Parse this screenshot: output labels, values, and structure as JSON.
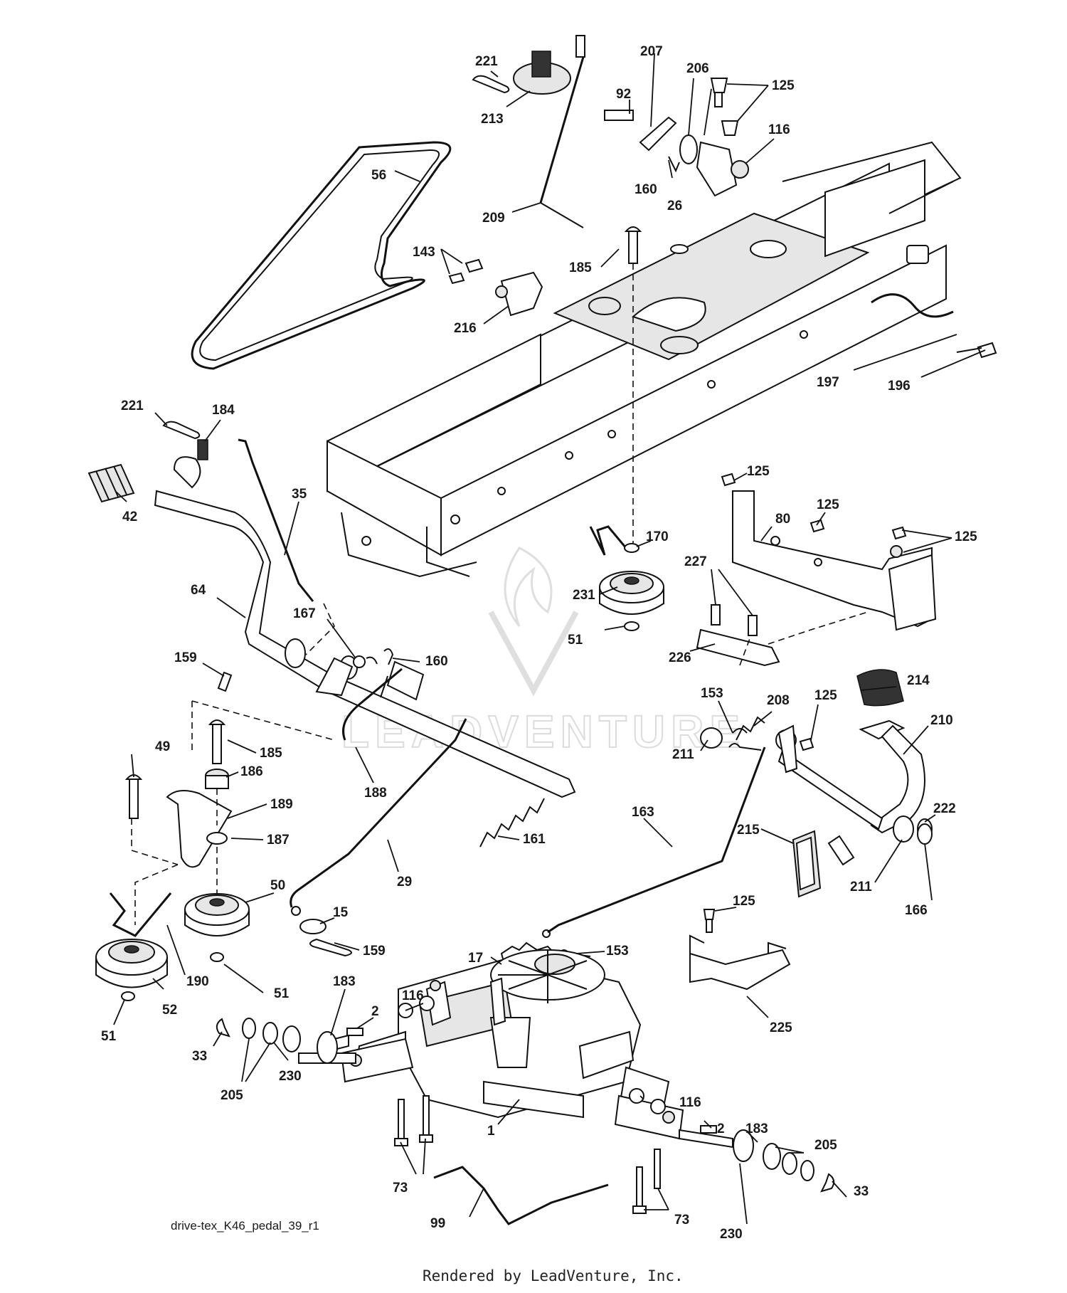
{
  "diagram": {
    "caption": "drive-tex_K46_pedal_39_r1",
    "footer": "Rendered by LeadVenture, Inc.",
    "watermark": "LEADVENTURE",
    "callouts": [
      {
        "n": "221"
      },
      {
        "n": "213"
      },
      {
        "n": "56"
      },
      {
        "n": "209"
      },
      {
        "n": "92"
      },
      {
        "n": "207"
      },
      {
        "n": "160"
      },
      {
        "n": "26"
      },
      {
        "n": "206"
      },
      {
        "n": "125"
      },
      {
        "n": "116"
      },
      {
        "n": "185"
      },
      {
        "n": "143"
      },
      {
        "n": "216"
      },
      {
        "n": "197"
      },
      {
        "n": "196"
      },
      {
        "n": "221"
      },
      {
        "n": "184"
      },
      {
        "n": "42"
      },
      {
        "n": "35"
      },
      {
        "n": "64"
      },
      {
        "n": "167"
      },
      {
        "n": "160"
      },
      {
        "n": "159"
      },
      {
        "n": "188"
      },
      {
        "n": "49"
      },
      {
        "n": "185"
      },
      {
        "n": "186"
      },
      {
        "n": "189"
      },
      {
        "n": "187"
      },
      {
        "n": "50"
      },
      {
        "n": "51"
      },
      {
        "n": "190"
      },
      {
        "n": "52"
      },
      {
        "n": "51"
      },
      {
        "n": "29"
      },
      {
        "n": "161"
      },
      {
        "n": "15"
      },
      {
        "n": "159"
      },
      {
        "n": "170"
      },
      {
        "n": "231"
      },
      {
        "n": "51"
      },
      {
        "n": "227"
      },
      {
        "n": "226"
      },
      {
        "n": "80"
      },
      {
        "n": "125"
      },
      {
        "n": "125"
      },
      {
        "n": "125"
      },
      {
        "n": "153"
      },
      {
        "n": "208"
      },
      {
        "n": "125"
      },
      {
        "n": "214"
      },
      {
        "n": "210"
      },
      {
        "n": "211"
      },
      {
        "n": "163"
      },
      {
        "n": "215"
      },
      {
        "n": "222"
      },
      {
        "n": "211"
      },
      {
        "n": "166"
      },
      {
        "n": "125"
      },
      {
        "n": "17"
      },
      {
        "n": "153"
      },
      {
        "n": "225"
      },
      {
        "n": "183"
      },
      {
        "n": "116"
      },
      {
        "n": "2"
      },
      {
        "n": "33"
      },
      {
        "n": "230"
      },
      {
        "n": "205"
      },
      {
        "n": "116"
      },
      {
        "n": "2"
      },
      {
        "n": "183"
      },
      {
        "n": "73"
      },
      {
        "n": "1"
      },
      {
        "n": "205"
      },
      {
        "n": "33"
      },
      {
        "n": "73"
      },
      {
        "n": "230"
      },
      {
        "n": "99"
      }
    ]
  }
}
